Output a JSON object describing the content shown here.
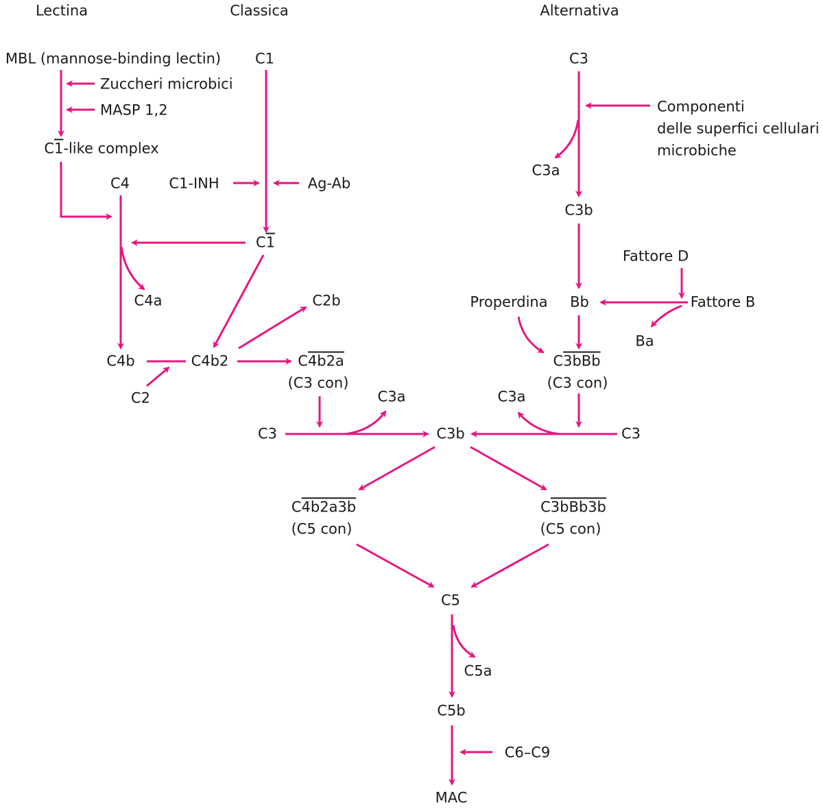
{
  "accent_color": "#e6157f",
  "headers": {
    "lectin": "Lectina",
    "classical": "Classica",
    "alternative": "Alternativa"
  },
  "lectin": {
    "mbl": "MBL (mannose-binding lectin)",
    "sugars": "Zuccheri microbici",
    "masp": "MASP 1,2",
    "c1like_c": "C",
    "c1like_ov": "1",
    "c1like_rest": "-like complex"
  },
  "classical": {
    "c1": "C1",
    "c1inh": "C1-INH",
    "agab": "Ag-Ab",
    "c1bar_c": "C",
    "c1bar_ov": "1",
    "c4": "C4",
    "c4a": "C4a",
    "c4b": "C4b",
    "c2": "C2",
    "c4b2": "C4b2",
    "c2b": "C2b",
    "c3conv_c": "C",
    "c3conv_ov": "4b2a",
    "c3conv_sub": "(C3 con)",
    "c3_left": "C3",
    "c3a_left": "C3a",
    "c5conv_c": "C",
    "c5conv_ov": "4b2a3b",
    "c5conv_sub": "(C5 con)"
  },
  "alternative": {
    "c3_top": "C3",
    "components": [
      "Componenti",
      "delle superfici cellulari",
      "microbiche"
    ],
    "c3a_top": "C3a",
    "c3b_top": "C3b",
    "factor_d": "Fattore D",
    "factor_b": "Fattore B",
    "bb": "Bb",
    "ba": "Ba",
    "properdin": "Properdina",
    "c3conv_c": "C",
    "c3conv_ov": "3bBb",
    "c3conv_sub": "(C3 con)",
    "c3a_right": "C3a",
    "c3_right": "C3",
    "c5conv_c": "C",
    "c5conv_ov": "3bBb3b",
    "c5conv_sub": "(C5 con)"
  },
  "common": {
    "c3b": "C3b",
    "c5": "C5",
    "c5a": "C5a",
    "c5b": "C5b",
    "c6c9": "C6–C9",
    "mac": "MAC"
  }
}
